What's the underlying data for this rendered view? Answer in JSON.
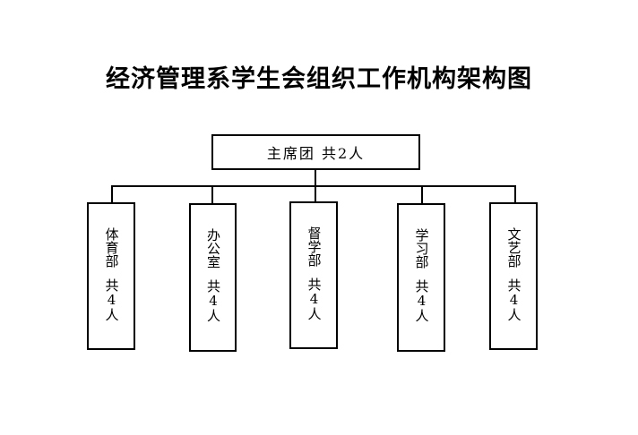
{
  "diagram": {
    "title": "经济管理系学生会组织工作机构架构图",
    "root": {
      "label": "主席团 共2人"
    },
    "departments": [
      {
        "name": "体育部",
        "count": "共4人"
      },
      {
        "name": "办公室",
        "count": "共4人"
      },
      {
        "name": "督学部",
        "count": "共4人"
      },
      {
        "name": "学习部",
        "count": "共4人"
      },
      {
        "name": "文艺部",
        "count": "共4人"
      }
    ]
  }
}
